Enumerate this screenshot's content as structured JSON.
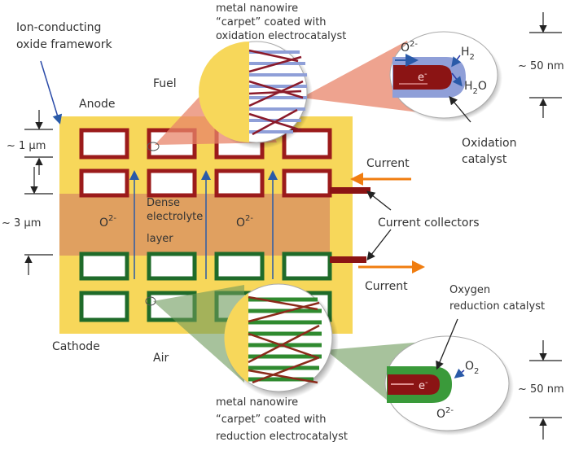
{
  "labels": {
    "framework": [
      "Ion-conducting",
      "oxide framework"
    ],
    "top_carpet": [
      "metal nanowire",
      "“carpet” coated with",
      "oxidation electrocatalyst"
    ],
    "fuel": "Fuel",
    "anode": "Anode",
    "cathode": "Cathode",
    "air": "Air",
    "dim_1um": "~ 1 µm",
    "dim_3um": "~ 3 µm",
    "dim_50nm_top": "~ 50 nm",
    "dim_50nm_bottom": "~ 50 nm",
    "electrolyte": [
      "Dense",
      "electrolyte",
      "layer"
    ],
    "current_in": "Current",
    "current_out": "Current",
    "current_collectors": "Current collectors",
    "oxidation_catalyst": [
      "Oxidation",
      "catalyst"
    ],
    "oxygen_catalyst": [
      "Oxygen",
      "reduction catalyst"
    ],
    "bottom_carpet": [
      "metal nanowire",
      "“carpet” coated with",
      "reduction electrocatalyst"
    ],
    "ion": {
      "base": "O",
      "sup": "2-"
    },
    "electron": {
      "base": "e",
      "sup": "-"
    },
    "h2": {
      "base": "H",
      "sub": "2"
    },
    "h2o": {
      "base": "H",
      "sub": "2",
      "tail": "O"
    },
    "o2": {
      "base": "O",
      "sub": "2"
    }
  },
  "colors": {
    "framework": "#f7d75a",
    "electrolyte": "#e0a060",
    "anode_pore": "#9b1b1b",
    "cathode_pore": "#1f6b2a",
    "current": "#f07d10",
    "oxidation_coat": "#8f9fd8",
    "reduction_coat": "#3a9a3a",
    "ion_arrow": "#2a5aa8"
  }
}
